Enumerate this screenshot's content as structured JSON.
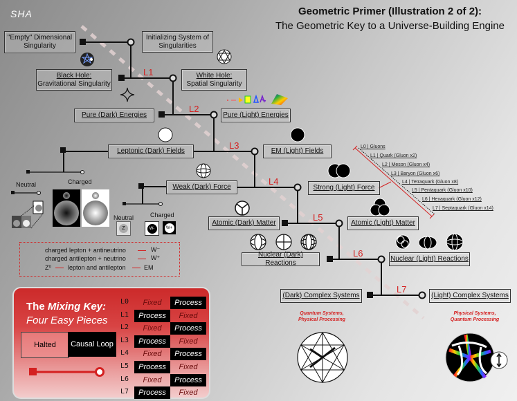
{
  "logo": "SHA",
  "title": {
    "line1": "Geometric Primer (Illustration 2 of 2):",
    "line2": "The Geometric Key to a Universe-Building Engine"
  },
  "nodes": {
    "empty_singularity": "\"Empty\" Dimensional Singularity",
    "initializing": "Initializing System of Singularities",
    "black_hole_line1": "Black Hole:",
    "black_hole_line2": "Gravitational Singularity",
    "white_hole_line1": "White Hole:",
    "white_hole_line2": "Spatial Singularity",
    "pure_dark": "Pure (Dark) Energies",
    "pure_light": "Pure (Light) Energies",
    "leptonic_dark": "Leptonic (Dark) Fields",
    "em_light": "EM (Light) Fields",
    "weak_dark": "Weak (Dark) Force",
    "strong_light": "Strong (Light) Force",
    "atomic_dark": "Atomic (Dark) Matter",
    "atomic_light": "Atomic (Light) Matter",
    "nuclear_dark": "Nuclear (Dark) Reactions",
    "nuclear_light": "Nuclear (Light) Reactions",
    "complex_dark": "(Dark) Complex Systems",
    "complex_light": "(Light) Complex Systems"
  },
  "levels": [
    "L1",
    "L2",
    "L3",
    "L4",
    "L5",
    "L6",
    "L7"
  ],
  "gluon_list": [
    "L0 | Gluons",
    "L1 | Quark (Gluon x2)",
    "L2 | Meson (Gluon x4)",
    "L3 | Baryon (Gluon x6)",
    "L4 | Tetraquark (Gluon x8)",
    "L5 | Pentaquark (Gluon x10)",
    "L6 | Hexaquark (Gluon x12)",
    "L7 | Septaquark (Gluon x14)"
  ],
  "lepton_labels": {
    "neutral": "Neutral",
    "charged": "Charged"
  },
  "boson_labels": {
    "neutral": "Neutral",
    "charged": "Charged",
    "z": "Z",
    "w_minus": "W-",
    "w_plus": "W+"
  },
  "reactions": {
    "r1_left": "charged lepton + antineutrino",
    "r1_right": "W⁻",
    "r2_left": "charged antilepton + neutrino",
    "r2_right": "W⁺",
    "r3_a": "Z⁰",
    "r3_b": "lepton and antilepton",
    "r3_c": "EM"
  },
  "mixing_key": {
    "title1": "The ",
    "title1_em": "Mixing Key:",
    "title2": "Four Easy Pieces",
    "halted": "Halted",
    "causal_loop": "Causal Loop",
    "rows": [
      {
        "level": "L0",
        "col1": "Fixed",
        "col2": "Process"
      },
      {
        "level": "L1",
        "col1": "Process",
        "col2": "Fixed"
      },
      {
        "level": "L2",
        "col1": "Fixed",
        "col2": "Process"
      },
      {
        "level": "L3",
        "col1": "Process",
        "col2": "Fixed"
      },
      {
        "level": "L4",
        "col1": "Fixed",
        "col2": "Process"
      },
      {
        "level": "L5",
        "col1": "Process",
        "col2": "Fixed"
      },
      {
        "level": "L6",
        "col1": "Fixed",
        "col2": "Process"
      },
      {
        "level": "L7",
        "col1": "Process",
        "col2": "Fixed"
      }
    ]
  },
  "captions": {
    "dark_line1": "Quantum Systems,",
    "dark_line2": "Physical Processing",
    "light_line1": "Physical Systems,",
    "light_line2": "Quantum Processing"
  },
  "colors": {
    "accent_red": "#d42020",
    "line": "#111111",
    "dashed_diag": "#e0cccc"
  }
}
